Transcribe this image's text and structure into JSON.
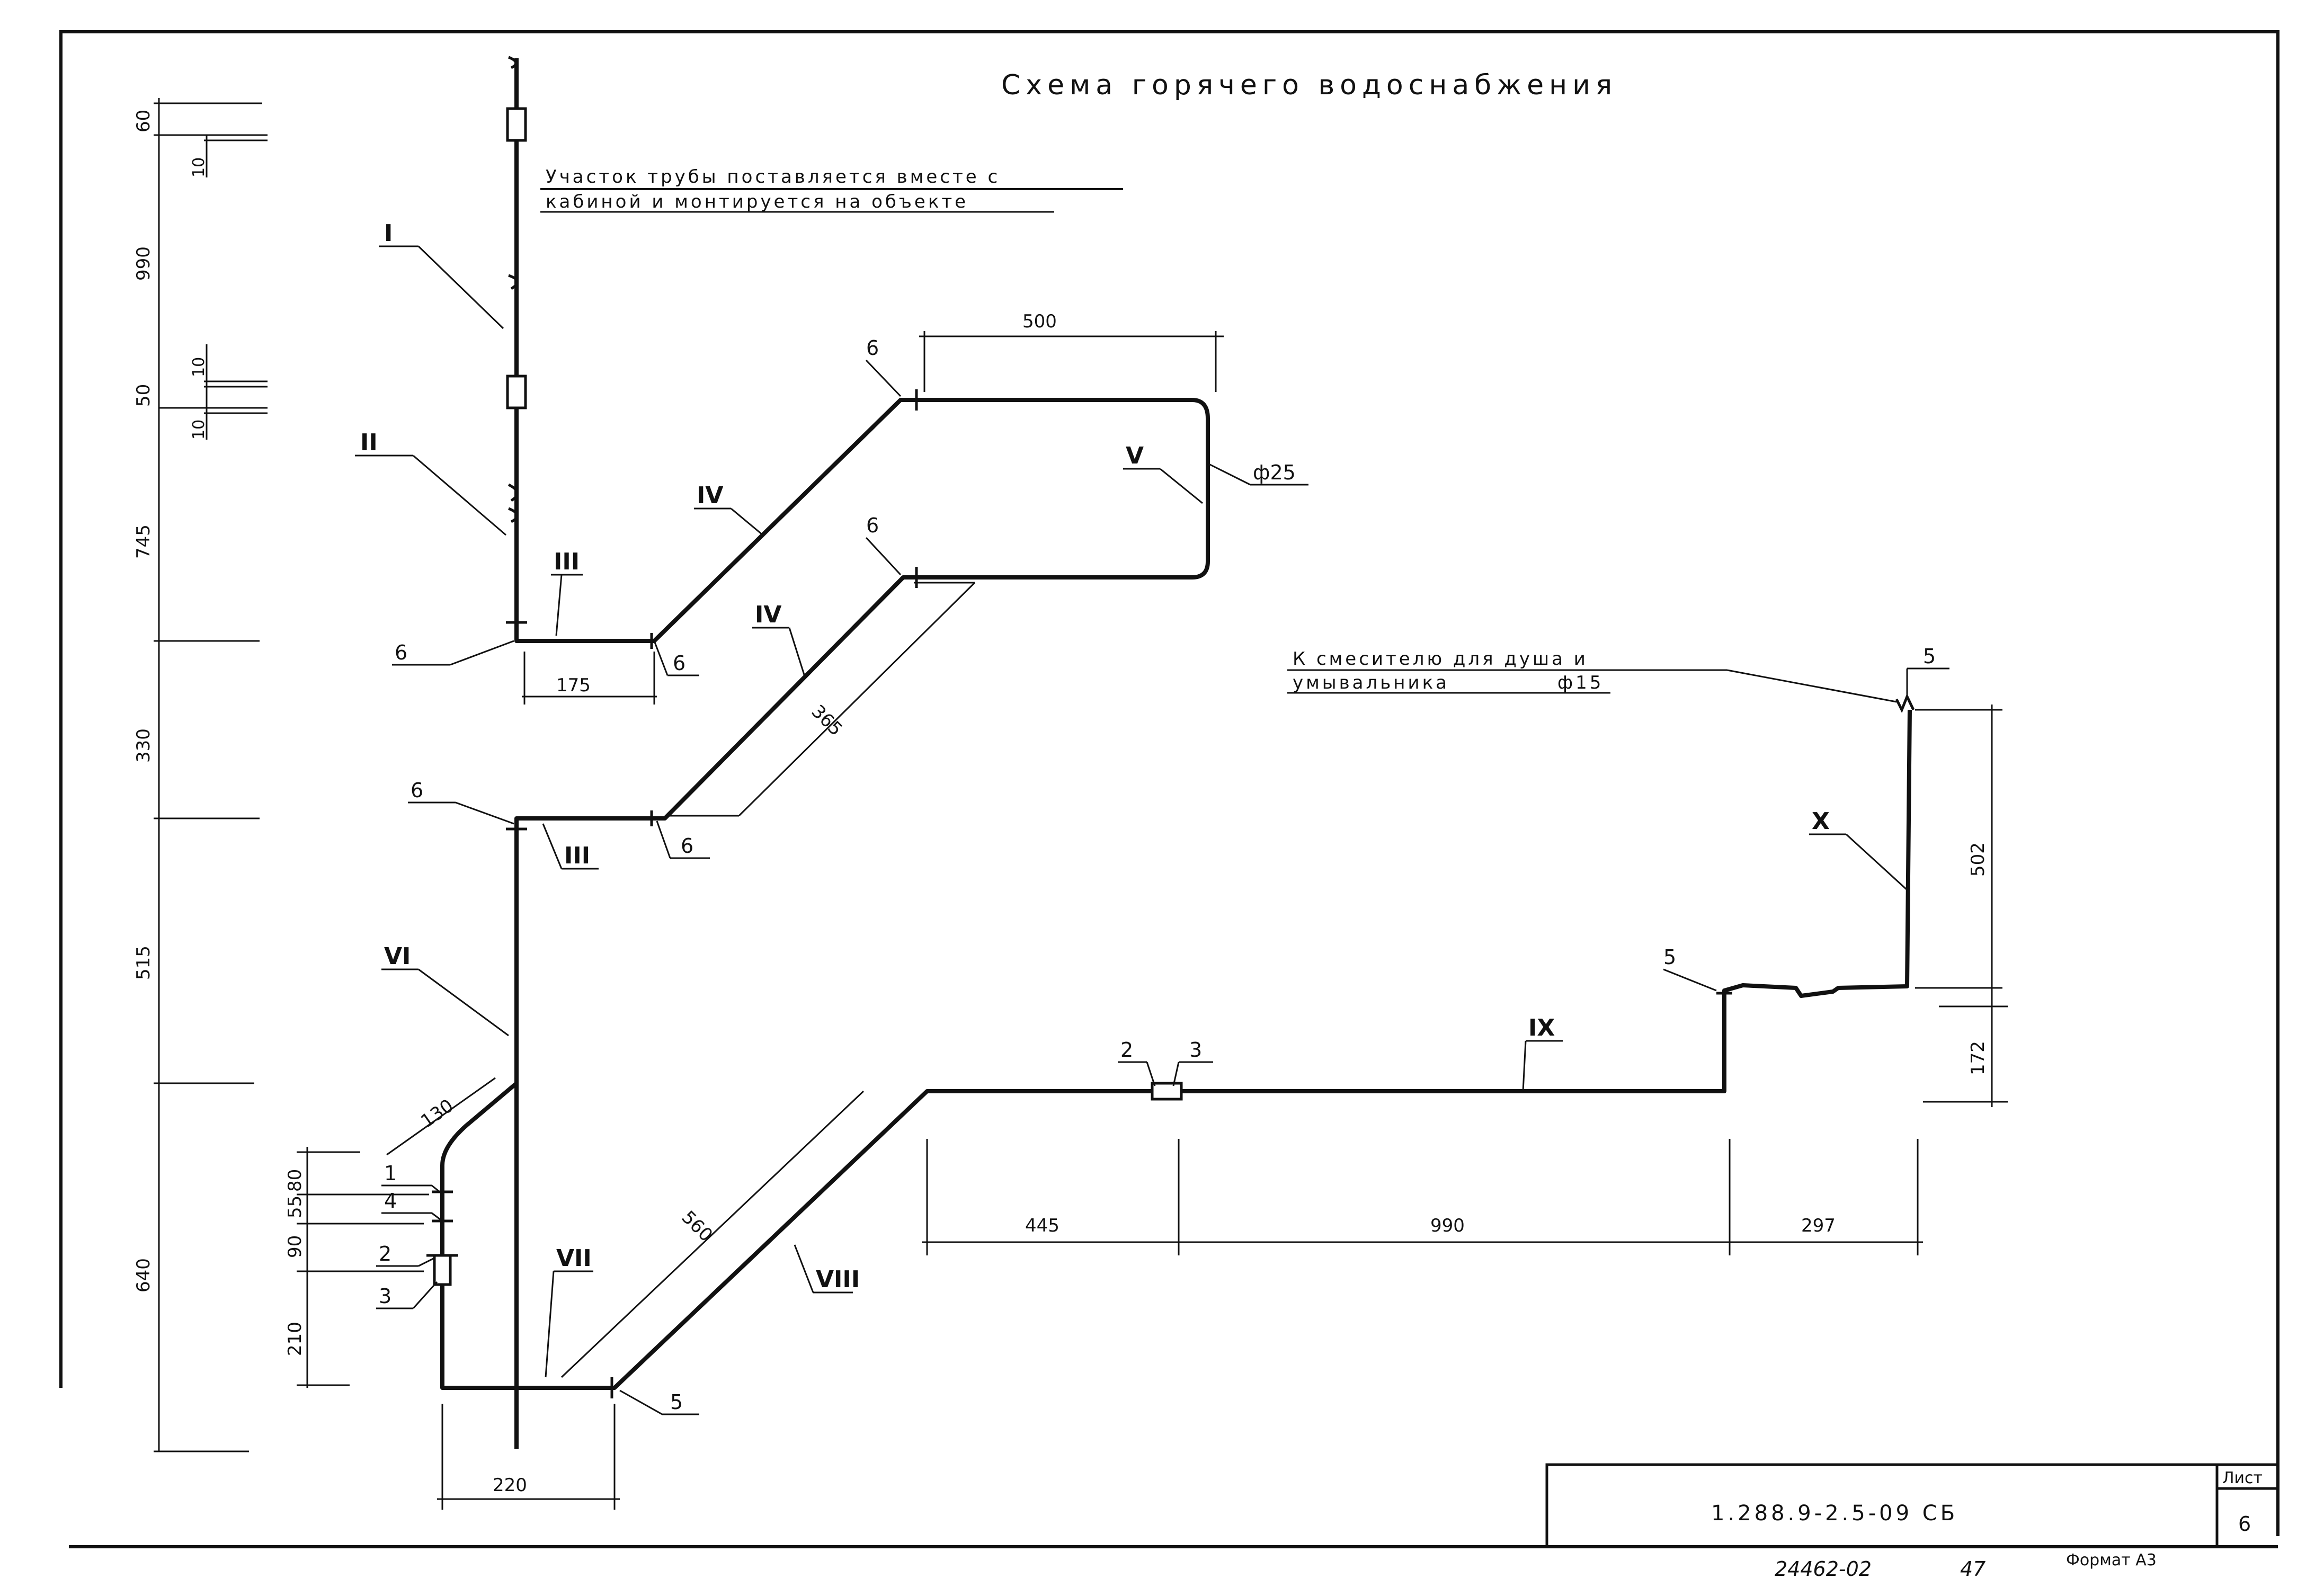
{
  "title": "Схема горячего водоснабжения",
  "note": {
    "line1": "Участок трубы поставляется вместе с",
    "line2": "кабиной и монтируется на объекте"
  },
  "mixer_note": {
    "line1": "К смесителю для душа и",
    "line2": "умывальника",
    "diameter": "ф15"
  },
  "pipe_diameter": "ф25",
  "sections": {
    "I": "I",
    "II": "II",
    "III_a": "III",
    "III_b": "III",
    "IV_a": "IV",
    "IV_b": "IV",
    "V": "V",
    "VI": "VI",
    "VII": "VII",
    "VIII": "VIII",
    "IX": "IX",
    "X": "X"
  },
  "positions": {
    "p6_a": "6",
    "p6_b": "6",
    "p6_c": "6",
    "p6_d": "6",
    "p6_e": "6",
    "p6_f": "6",
    "p5_a": "5",
    "p5_b": "5",
    "p5_c": "5",
    "p1": "1",
    "p4": "4",
    "p2_left": "2",
    "p3_left": "3",
    "p2_mid": "2",
    "p3_mid": "3"
  },
  "dimensions": {
    "left_scale": [
      "60",
      "10",
      "990",
      "10",
      "50",
      "10",
      "745",
      "330",
      "515",
      "640"
    ],
    "lower_left": [
      "80",
      "55",
      "90",
      "210"
    ],
    "horizontal": {
      "d175": "175",
      "d500": "500",
      "d365": "365",
      "d130": "130",
      "d560": "560",
      "d220": "220",
      "d445": "445",
      "d990": "990",
      "d297": "297",
      "d502": "502",
      "d172": "172"
    }
  },
  "stamp": {
    "code": "1.288.9-2.5-09 СБ",
    "sheet_label": "Лист",
    "sheet_number": "6",
    "format": "Формат А3",
    "inventory": "24462-02",
    "inventory_suffix": "47"
  }
}
